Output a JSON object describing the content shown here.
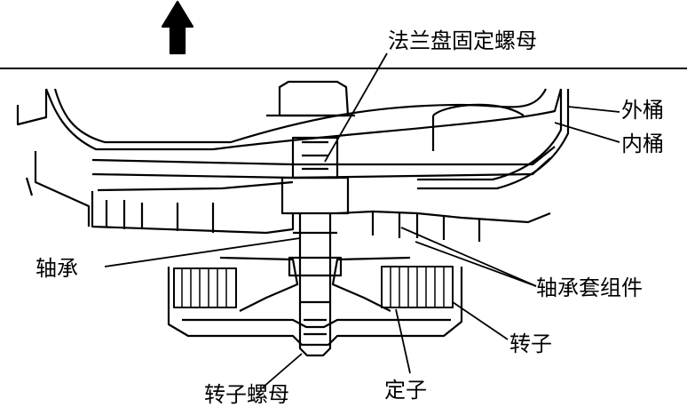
{
  "labels": {
    "flange_nut": "法兰盘固定螺母",
    "outer_tub": "外桶",
    "inner_tub": "内桶",
    "bearing": "轴承",
    "bearing_sleeve": "轴承套组件",
    "rotor": "转子",
    "rotor_nut": "转子螺母",
    "stator": "定子"
  }
}
